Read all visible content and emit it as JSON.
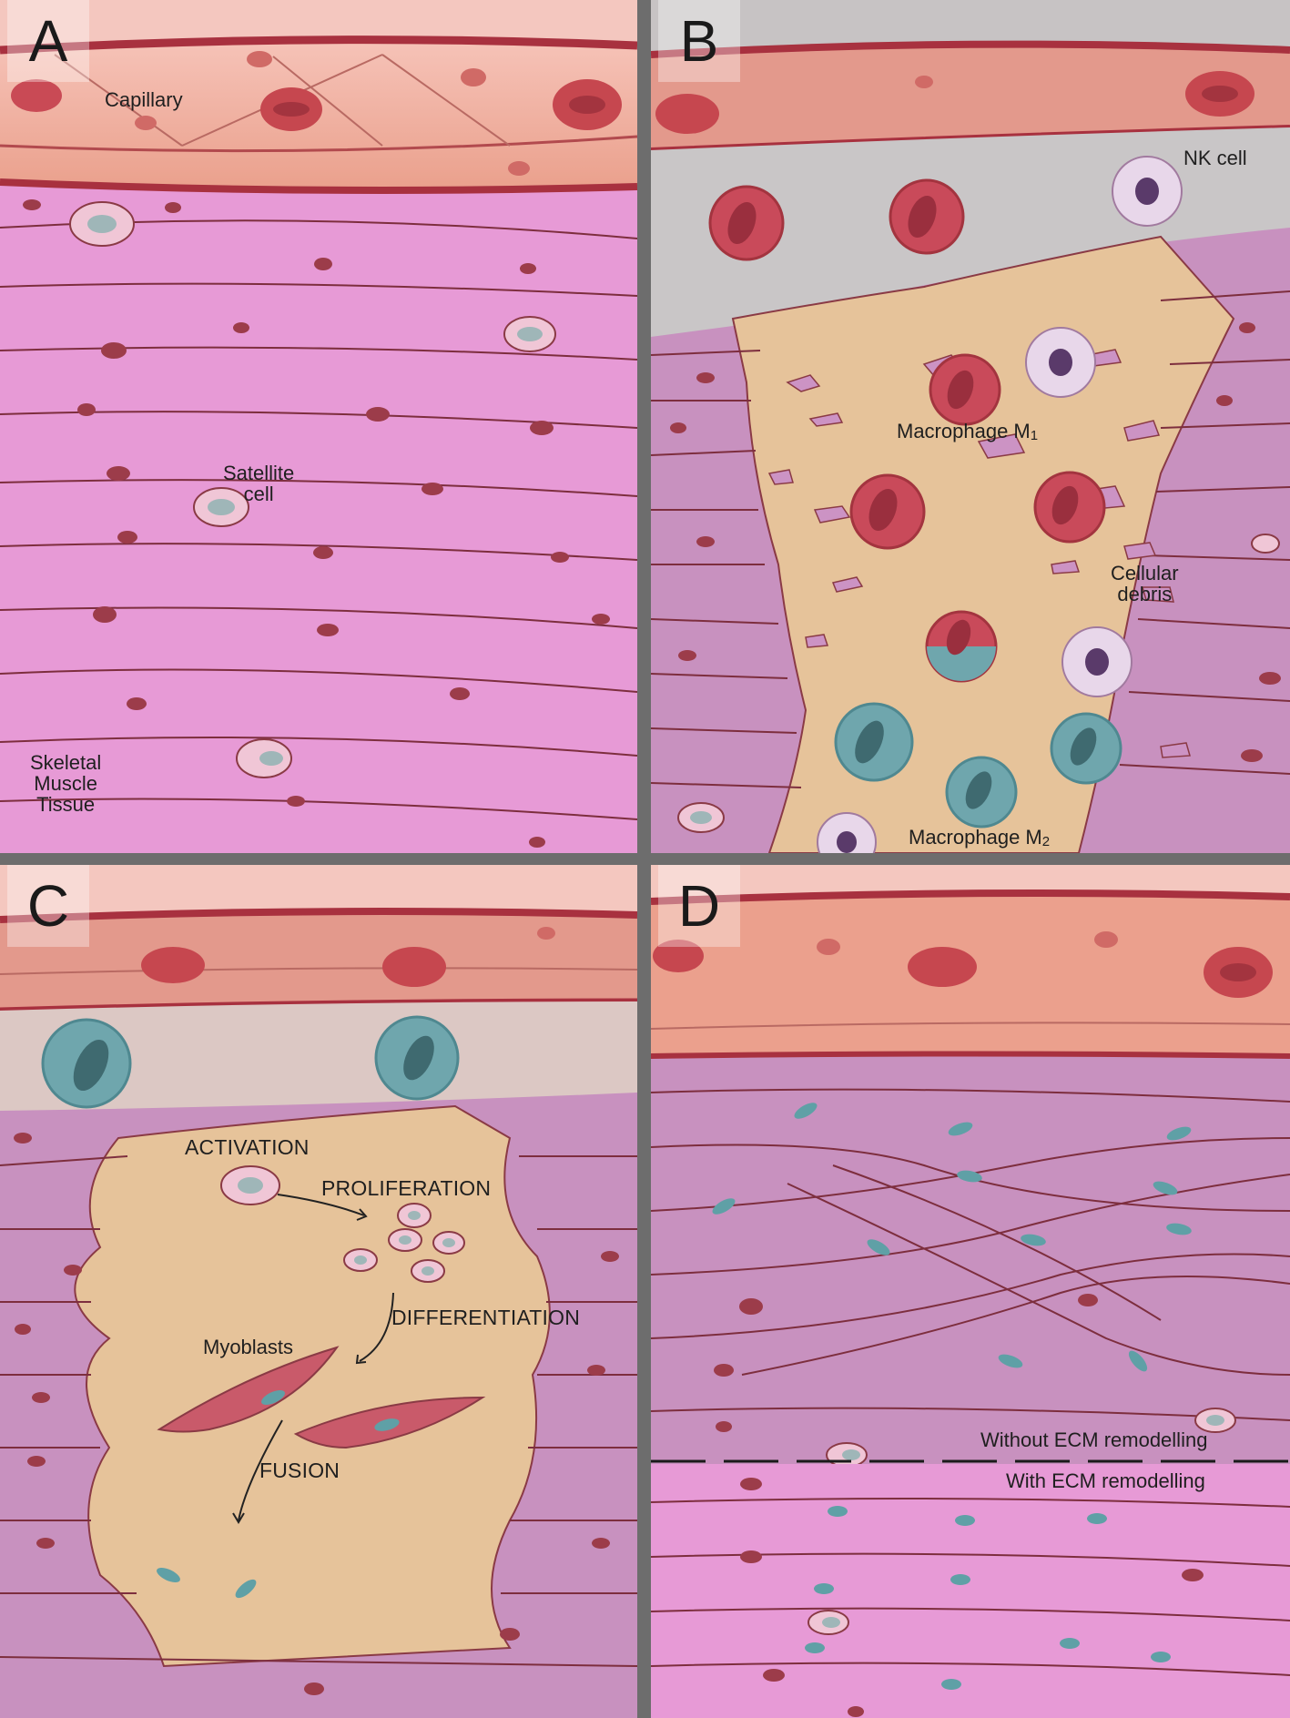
{
  "panels": {
    "a": {
      "letter": "A",
      "labels": {
        "capillary": "Capillary",
        "satellite_cell": "Satellite\ncell",
        "skeletal_muscle_tissue": "Skeletal\nMuscle\nTissue"
      }
    },
    "b": {
      "letter": "B",
      "labels": {
        "nk_cell": "NK cell",
        "macrophage_m1": "Macrophage M",
        "macrophage_m1_sub": "1",
        "cellular_debris": "Cellular\ndebris",
        "macrophage_m2": "Macrophage M",
        "macrophage_m2_sub": "2"
      }
    },
    "c": {
      "letter": "C",
      "labels": {
        "activation": "ACTIVATION",
        "proliferation": "PROLIFERATION",
        "differentiation": "DIFFERENTIATION",
        "myoblasts": "Myoblasts",
        "fusion": "FUSION"
      }
    },
    "d": {
      "letter": "D",
      "labels": {
        "without_ecm": "Without ECM remodelling",
        "with_ecm": "With ECM remodelling"
      }
    }
  },
  "colors": {
    "background_frame": "#6d6d6d",
    "muscle_pink": "#e79ad6",
    "muscle_mauve": "#c891bf",
    "muscle_line": "#7d2e3e",
    "capillary_red": "#b8434f",
    "capillary_tissue": "#e9927e",
    "injury_zone": "#e6c39a",
    "interstitial_gray": "#c9c6c7",
    "macrophage_m1": "#c94a5a",
    "macrophage_m2": "#6fa6ad",
    "nk_cell": "#e8d7ea",
    "nucleus": "#9b3a4a"
  }
}
